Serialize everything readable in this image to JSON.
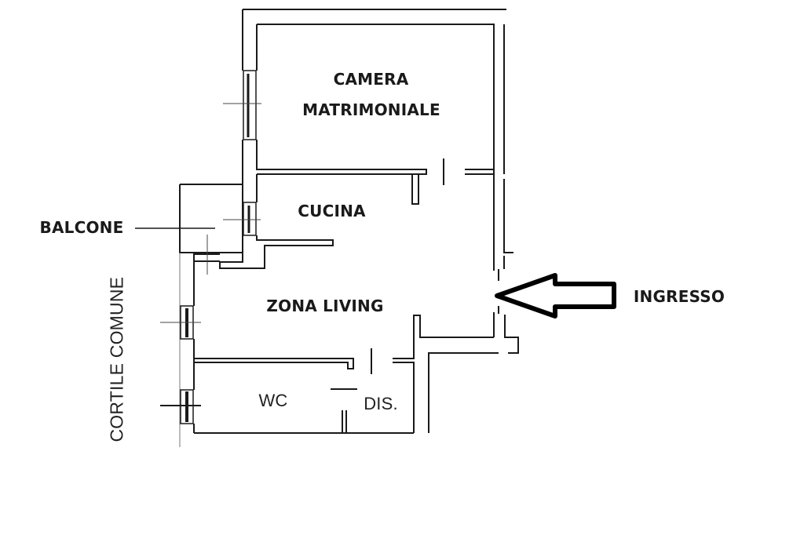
{
  "plan": {
    "rooms": {
      "camera_line1": "CAMERA",
      "camera_line2": "MATRIMONIALE",
      "cucina": "CUCINA",
      "zona_living": "ZONA LIVING",
      "wc": "WC",
      "dis": "DIS."
    },
    "labels": {
      "balcone": "BALCONE",
      "ingresso": "INGRESSO",
      "cortile": "CORTILE COMUNE"
    },
    "colors": {
      "wall": "#1a1a1a",
      "background": "#ffffff"
    },
    "icons": {
      "entrance_arrow": "arrow-left-icon"
    }
  }
}
